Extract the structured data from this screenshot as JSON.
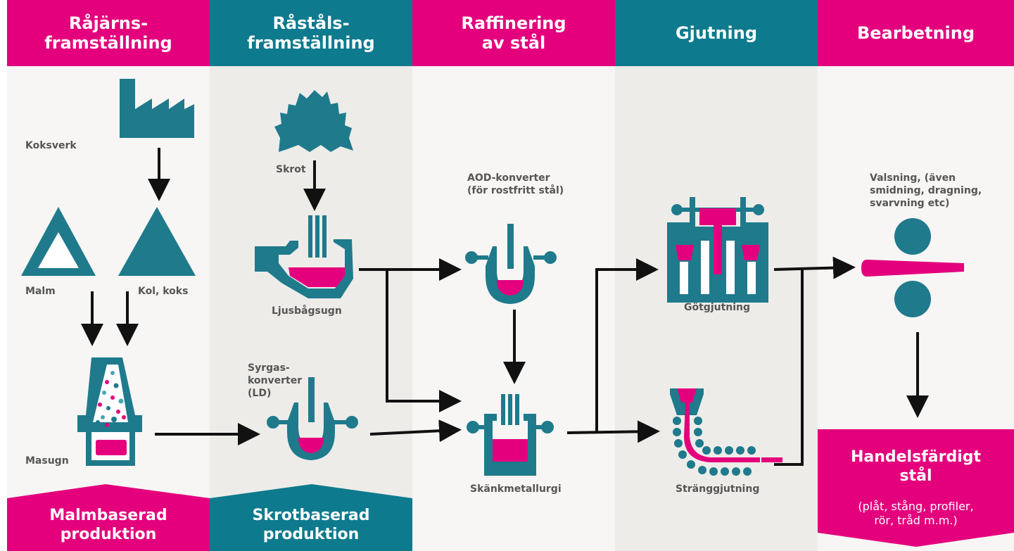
{
  "colors": {
    "pink": "#E4007C",
    "teal": "#0E7A8E",
    "icon_teal": "#1F7A8C",
    "bg_light": "#F7F6F4",
    "bg_gray": "#EDECE9",
    "text_gray": "#555555"
  },
  "stages": [
    {
      "title": "Råjärns-\nframställning"
    },
    {
      "title": "Råståls-\nframställning"
    },
    {
      "title": "Raffinering\nav stål"
    },
    {
      "title": "Gjutning"
    },
    {
      "title": "Bearbetning"
    }
  ],
  "labels": {
    "koksverk": "Koksverk",
    "malm": "Malm",
    "kol_koks": "Kol, koks",
    "masugn": "Masugn",
    "skrot": "Skrot",
    "ljusbagsugn": "Ljusbågsugn",
    "syrgaskonverter": "Syrgas-\nkonverter\n (LD)",
    "aod": "AOD-konverter\n(för rostfritt stål)",
    "skankmetallurgi": "Skänkmetallurgi",
    "gotgjutning": "Götgjutning",
    "stranggjutning": "Stränggjutning",
    "valsning": "Valsning, (även\nsmidning, dragning,\nsvarvning etc)"
  },
  "bottom": {
    "malmbaserad": "Malmbaserad\nproduktion",
    "skrotbaserad": "Skrotbaserad\nproduktion",
    "handelsfardigt": "Handelsfärdigt\nstål",
    "handelsfardigt_sub": "(plåt, stång, profiler,\nrör, tråd m.m.)"
  }
}
